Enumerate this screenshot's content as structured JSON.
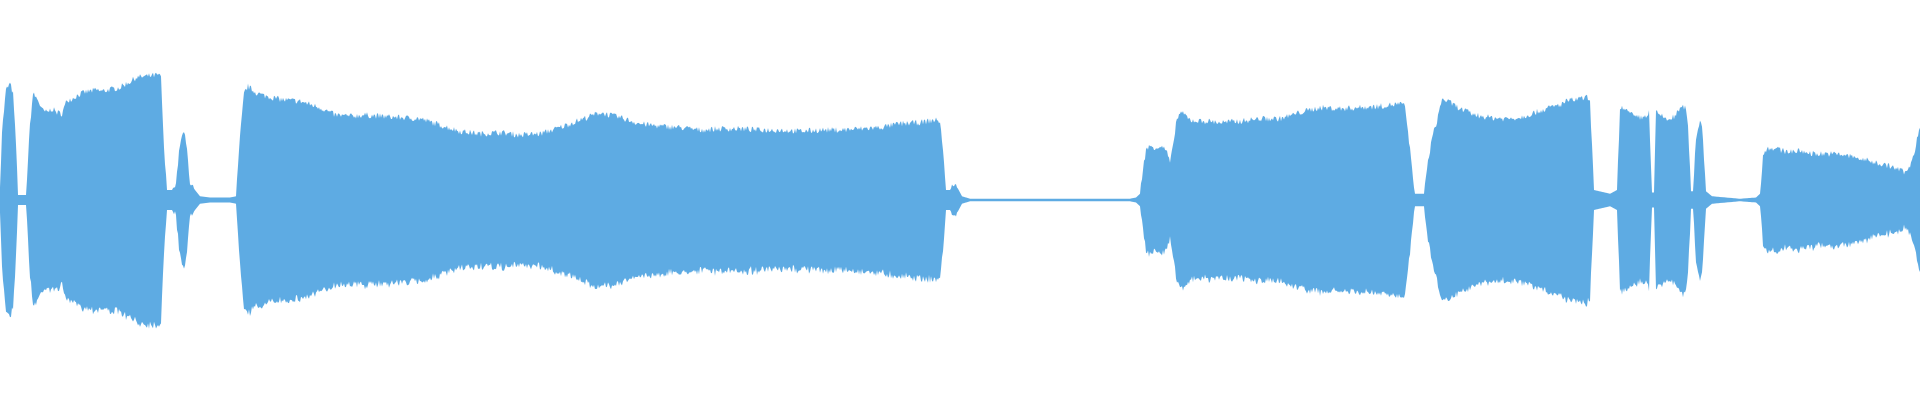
{
  "waveform": {
    "color": "#5eabe3",
    "background": "#ffffff",
    "envelope": [
      [
        0,
        0.1
      ],
      [
        2,
        0.55
      ],
      [
        6,
        0.88
      ],
      [
        10,
        0.93
      ],
      [
        13,
        0.85
      ],
      [
        16,
        0.45
      ],
      [
        18,
        0.04
      ],
      [
        26,
        0.04
      ],
      [
        30,
        0.6
      ],
      [
        33,
        0.85
      ],
      [
        38,
        0.8
      ],
      [
        42,
        0.72
      ],
      [
        47,
        0.7
      ],
      [
        52,
        0.73
      ],
      [
        57,
        0.7
      ],
      [
        62,
        0.69
      ],
      [
        67,
        0.8
      ],
      [
        72,
        0.81
      ],
      [
        78,
        0.84
      ],
      [
        84,
        0.86
      ],
      [
        90,
        0.87
      ],
      [
        96,
        0.88
      ],
      [
        102,
        0.87
      ],
      [
        108,
        0.88
      ],
      [
        114,
        0.89
      ],
      [
        120,
        0.9
      ],
      [
        126,
        0.93
      ],
      [
        131,
        0.95
      ],
      [
        136,
        0.98
      ],
      [
        158,
        1.0
      ],
      [
        161,
        0.98
      ],
      [
        164,
        0.4
      ],
      [
        167,
        0.08
      ],
      [
        172,
        0.08
      ],
      [
        176,
        0.14
      ],
      [
        180,
        0.45
      ],
      [
        184,
        0.55
      ],
      [
        187,
        0.4
      ],
      [
        190,
        0.14
      ],
      [
        195,
        0.08
      ],
      [
        200,
        0.03
      ],
      [
        210,
        0.02
      ],
      [
        230,
        0.02
      ],
      [
        236,
        0.03
      ],
      [
        240,
        0.5
      ],
      [
        244,
        0.85
      ],
      [
        248,
        0.91
      ],
      [
        252,
        0.88
      ],
      [
        256,
        0.86
      ],
      [
        262,
        0.84
      ],
      [
        272,
        0.82
      ],
      [
        284,
        0.8
      ],
      [
        300,
        0.79
      ],
      [
        320,
        0.74
      ],
      [
        335,
        0.68
      ],
      [
        350,
        0.67
      ],
      [
        365,
        0.68
      ],
      [
        380,
        0.67
      ],
      [
        400,
        0.66
      ],
      [
        420,
        0.65
      ],
      [
        440,
        0.6
      ],
      [
        460,
        0.55
      ],
      [
        480,
        0.53
      ],
      [
        500,
        0.54
      ],
      [
        520,
        0.52
      ],
      [
        540,
        0.53
      ],
      [
        560,
        0.58
      ],
      [
        580,
        0.64
      ],
      [
        600,
        0.7
      ],
      [
        620,
        0.66
      ],
      [
        640,
        0.61
      ],
      [
        660,
        0.59
      ],
      [
        680,
        0.58
      ],
      [
        700,
        0.56
      ],
      [
        720,
        0.57
      ],
      [
        740,
        0.57
      ],
      [
        760,
        0.56
      ],
      [
        780,
        0.56
      ],
      [
        800,
        0.55
      ],
      [
        820,
        0.56
      ],
      [
        840,
        0.56
      ],
      [
        860,
        0.57
      ],
      [
        880,
        0.58
      ],
      [
        900,
        0.61
      ],
      [
        920,
        0.62
      ],
      [
        935,
        0.64
      ],
      [
        940,
        0.63
      ],
      [
        943,
        0.4
      ],
      [
        946,
        0.08
      ],
      [
        950,
        0.08
      ],
      [
        954,
        0.13
      ],
      [
        958,
        0.09
      ],
      [
        962,
        0.03
      ],
      [
        970,
        0.01
      ],
      [
        1000,
        0.01
      ],
      [
        1050,
        0.01
      ],
      [
        1100,
        0.01
      ],
      [
        1130,
        0.01
      ],
      [
        1136,
        0.02
      ],
      [
        1140,
        0.05
      ],
      [
        1143,
        0.25
      ],
      [
        1146,
        0.4
      ],
      [
        1150,
        0.43
      ],
      [
        1156,
        0.42
      ],
      [
        1161,
        0.43
      ],
      [
        1166,
        0.4
      ],
      [
        1170,
        0.3
      ],
      [
        1173,
        0.42
      ],
      [
        1176,
        0.62
      ],
      [
        1180,
        0.7
      ],
      [
        1185,
        0.68
      ],
      [
        1190,
        0.64
      ],
      [
        1200,
        0.63
      ],
      [
        1210,
        0.63
      ],
      [
        1220,
        0.62
      ],
      [
        1240,
        0.63
      ],
      [
        1260,
        0.65
      ],
      [
        1280,
        0.65
      ],
      [
        1300,
        0.7
      ],
      [
        1320,
        0.74
      ],
      [
        1340,
        0.73
      ],
      [
        1360,
        0.74
      ],
      [
        1380,
        0.75
      ],
      [
        1400,
        0.77
      ],
      [
        1405,
        0.75
      ],
      [
        1410,
        0.4
      ],
      [
        1415,
        0.05
      ],
      [
        1424,
        0.05
      ],
      [
        1428,
        0.3
      ],
      [
        1432,
        0.5
      ],
      [
        1436,
        0.6
      ],
      [
        1442,
        0.81
      ],
      [
        1450,
        0.78
      ],
      [
        1460,
        0.73
      ],
      [
        1475,
        0.68
      ],
      [
        1490,
        0.66
      ],
      [
        1505,
        0.65
      ],
      [
        1520,
        0.66
      ],
      [
        1535,
        0.7
      ],
      [
        1550,
        0.74
      ],
      [
        1560,
        0.76
      ],
      [
        1566,
        0.79
      ],
      [
        1588,
        0.82
      ],
      [
        1590,
        0.78
      ],
      [
        1594,
        0.08
      ],
      [
        1610,
        0.05
      ],
      [
        1617,
        0.08
      ],
      [
        1620,
        0.72
      ],
      [
        1624,
        0.75
      ],
      [
        1628,
        0.7
      ],
      [
        1636,
        0.66
      ],
      [
        1644,
        0.66
      ],
      [
        1649,
        0.7
      ],
      [
        1652,
        0.06
      ],
      [
        1654,
        0.06
      ],
      [
        1656,
        0.7
      ],
      [
        1660,
        0.68
      ],
      [
        1668,
        0.64
      ],
      [
        1675,
        0.67
      ],
      [
        1680,
        0.73
      ],
      [
        1685,
        0.75
      ],
      [
        1688,
        0.6
      ],
      [
        1691,
        0.07
      ],
      [
        1693,
        0.07
      ],
      [
        1696,
        0.5
      ],
      [
        1700,
        0.64
      ],
      [
        1702,
        0.6
      ],
      [
        1706,
        0.07
      ],
      [
        1712,
        0.03
      ],
      [
        1740,
        0.01
      ],
      [
        1756,
        0.02
      ],
      [
        1760,
        0.05
      ],
      [
        1763,
        0.35
      ],
      [
        1767,
        0.42
      ],
      [
        1775,
        0.41
      ],
      [
        1785,
        0.39
      ],
      [
        1800,
        0.39
      ],
      [
        1815,
        0.37
      ],
      [
        1830,
        0.37
      ],
      [
        1845,
        0.36
      ],
      [
        1860,
        0.33
      ],
      [
        1875,
        0.3
      ],
      [
        1890,
        0.27
      ],
      [
        1900,
        0.24
      ],
      [
        1906,
        0.22
      ],
      [
        1912,
        0.3
      ],
      [
        1917,
        0.48
      ],
      [
        1920,
        0.6
      ]
    ]
  }
}
